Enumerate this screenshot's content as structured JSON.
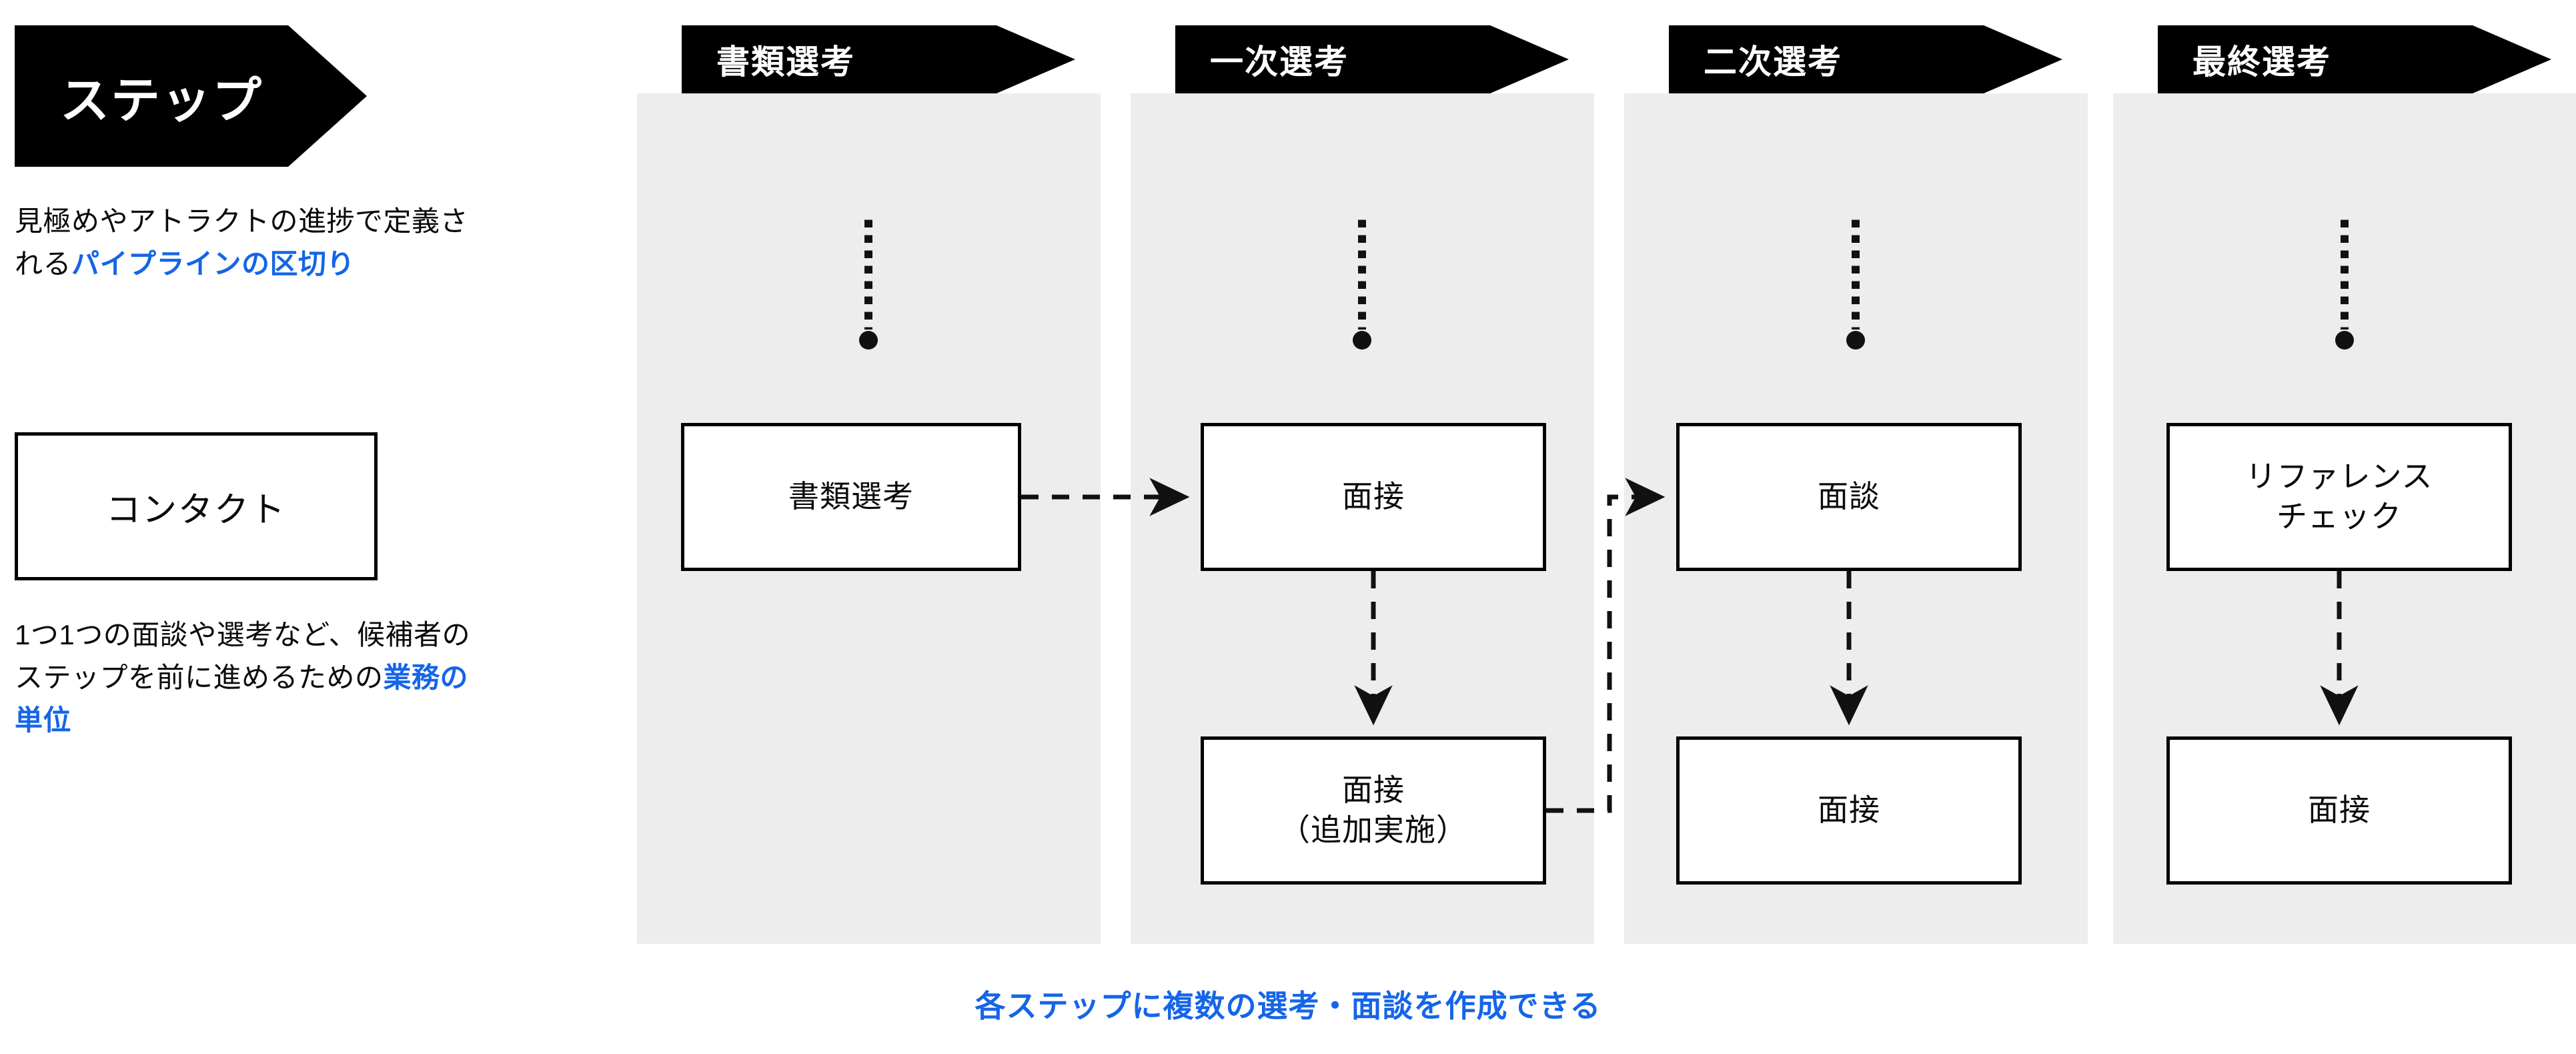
{
  "legend": {
    "banner_label": "ステップ",
    "paragraph1": {
      "plain_a": "見極めやアトラクトの進捗で定義される",
      "highlight": "パイプラインの区切り"
    },
    "contact_box_label": "コンタクト",
    "paragraph2": {
      "plain_a": "1つ1つの面談や選考など、候補者のステップを前に進めるための",
      "highlight": "業務の単位"
    }
  },
  "columns": [
    {
      "step_label": "書類選考",
      "nodes": [
        {
          "label": "書類選考"
        }
      ]
    },
    {
      "step_label": "一次選考",
      "nodes": [
        {
          "label": "面接"
        },
        {
          "label": "面接\n（追加実施）"
        }
      ]
    },
    {
      "step_label": "二次選考",
      "nodes": [
        {
          "label": "面談"
        },
        {
          "label": "面接"
        }
      ]
    },
    {
      "step_label": "最終選考",
      "nodes": [
        {
          "label": "リファレンス\nチェック"
        },
        {
          "label": "面接"
        }
      ]
    }
  ],
  "caption": "各ステップに複数の選考・面談を作成できる",
  "colors": {
    "accent_blue": "#1565E8",
    "column_background": "#EDEDED",
    "banner_background": "#000000",
    "node_border": "#000000",
    "page_background": "#FFFFFF"
  }
}
